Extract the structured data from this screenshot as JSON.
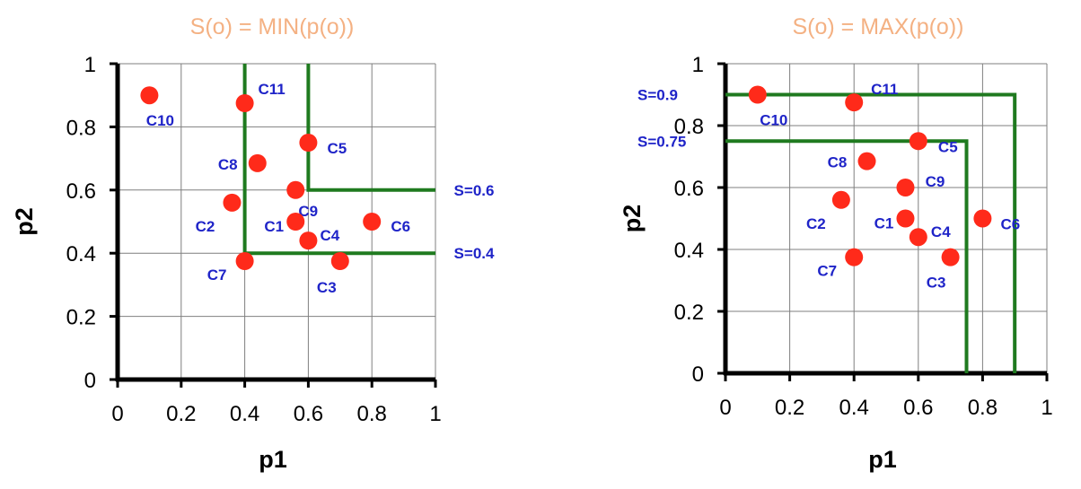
{
  "chart_data": [
    {
      "type": "scatter",
      "title": "S(o) = MIN(p(o))",
      "xlabel": "p1",
      "ylabel": "p2",
      "xlim": [
        0,
        1
      ],
      "ylim": [
        0,
        1
      ],
      "grid": true,
      "x_ticks": [
        "0",
        "0.2",
        "0.4",
        "0.6",
        "0.8",
        "1"
      ],
      "y_ticks": [
        "0",
        "0.2",
        "0.4",
        "0.6",
        "0.8",
        "1"
      ],
      "point_color": "#ff2a1a",
      "threshold_color": "#1f7a1f",
      "points": [
        {
          "label": "C10",
          "x": 0.1,
          "y": 0.9
        },
        {
          "label": "C11",
          "x": 0.4,
          "y": 0.875
        },
        {
          "label": "C5",
          "x": 0.6,
          "y": 0.75
        },
        {
          "label": "C8",
          "x": 0.44,
          "y": 0.685
        },
        {
          "label": "C9",
          "x": 0.56,
          "y": 0.6
        },
        {
          "label": "C2",
          "x": 0.36,
          "y": 0.56
        },
        {
          "label": "C1",
          "x": 0.56,
          "y": 0.5
        },
        {
          "label": "C6",
          "x": 0.8,
          "y": 0.5
        },
        {
          "label": "C4",
          "x": 0.6,
          "y": 0.44
        },
        {
          "label": "C7",
          "x": 0.4,
          "y": 0.375
        },
        {
          "label": "C3",
          "x": 0.7,
          "y": 0.375
        }
      ],
      "thresholds": [
        {
          "label": "S=0.6",
          "value": 0.6
        },
        {
          "label": "S=0.4",
          "value": 0.4
        }
      ]
    },
    {
      "type": "scatter",
      "title": "S(o) = MAX(p(o))",
      "xlabel": "p1",
      "ylabel": "p2",
      "xlim": [
        0,
        1
      ],
      "ylim": [
        0,
        1
      ],
      "grid": true,
      "x_ticks": [
        "0",
        "0.2",
        "0.4",
        "0.6",
        "0.8",
        "1"
      ],
      "y_ticks": [
        "0",
        "0.2",
        "0.4",
        "0.6",
        "0.8",
        "1"
      ],
      "point_color": "#ff2a1a",
      "threshold_color": "#1f7a1f",
      "points": [
        {
          "label": "C10",
          "x": 0.1,
          "y": 0.9
        },
        {
          "label": "C11",
          "x": 0.4,
          "y": 0.875
        },
        {
          "label": "C5",
          "x": 0.6,
          "y": 0.75
        },
        {
          "label": "C8",
          "x": 0.44,
          "y": 0.685
        },
        {
          "label": "C9",
          "x": 0.56,
          "y": 0.6
        },
        {
          "label": "C2",
          "x": 0.36,
          "y": 0.56
        },
        {
          "label": "C1",
          "x": 0.56,
          "y": 0.5
        },
        {
          "label": "C6",
          "x": 0.8,
          "y": 0.5
        },
        {
          "label": "C4",
          "x": 0.6,
          "y": 0.44
        },
        {
          "label": "C7",
          "x": 0.4,
          "y": 0.375
        },
        {
          "label": "C3",
          "x": 0.7,
          "y": 0.375
        }
      ],
      "thresholds": [
        {
          "label": "S=0.9",
          "value": 0.9
        },
        {
          "label": "S=0.75",
          "value": 0.75
        }
      ]
    }
  ]
}
